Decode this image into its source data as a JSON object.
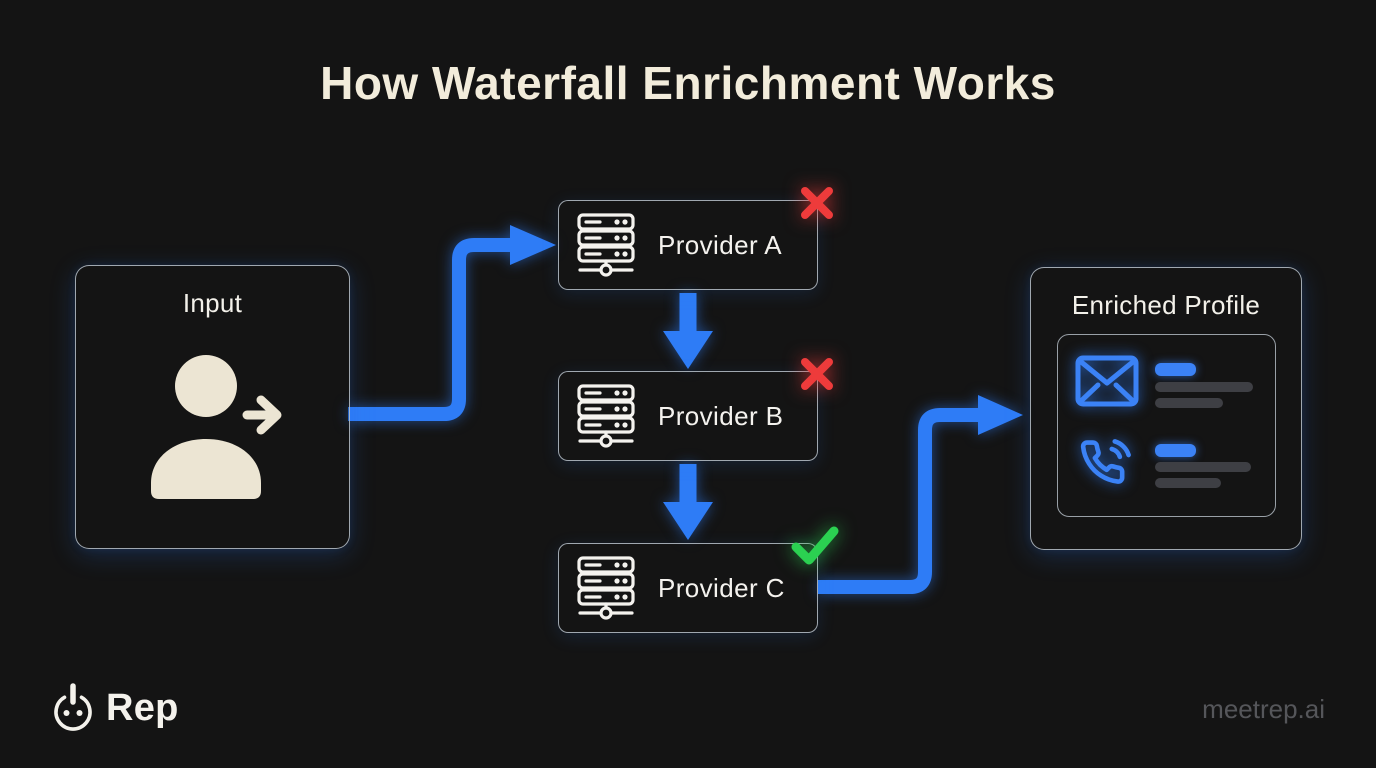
{
  "title": "How Waterfall Enrichment Works",
  "colors": {
    "background": "#141414",
    "accent_blue": "#2e7cf6",
    "error_red": "#ee3b3b",
    "success_green": "#2bd051",
    "cream": "#ece5d3",
    "box_border": "#bac3cc",
    "muted_bar": "#3e3f44",
    "footer_muted": "#55565a"
  },
  "input_box": {
    "label": "Input",
    "icon": "person-arrow-icon"
  },
  "providers": [
    {
      "label": "Provider A",
      "icon": "server-icon",
      "status": "failed",
      "status_icon": "x-icon"
    },
    {
      "label": "Provider B",
      "icon": "server-icon",
      "status": "failed",
      "status_icon": "x-icon"
    },
    {
      "label": "Provider C",
      "icon": "server-icon",
      "status": "success",
      "status_icon": "check-icon"
    }
  ],
  "enriched_profile": {
    "label": "Enriched Profile",
    "fields": [
      {
        "icon": "email-icon",
        "bars": [
          "highlight",
          "long",
          "medium"
        ]
      },
      {
        "icon": "phone-icon",
        "bars": [
          "highlight",
          "long",
          "medium"
        ]
      }
    ]
  },
  "flow": [
    "input-to-provider-a",
    "provider-a-to-provider-b",
    "provider-b-to-provider-c",
    "provider-c-to-enriched-profile"
  ],
  "footer": {
    "brand": "Rep",
    "brand_icon": "power-icon",
    "site": "meetrep.ai"
  }
}
